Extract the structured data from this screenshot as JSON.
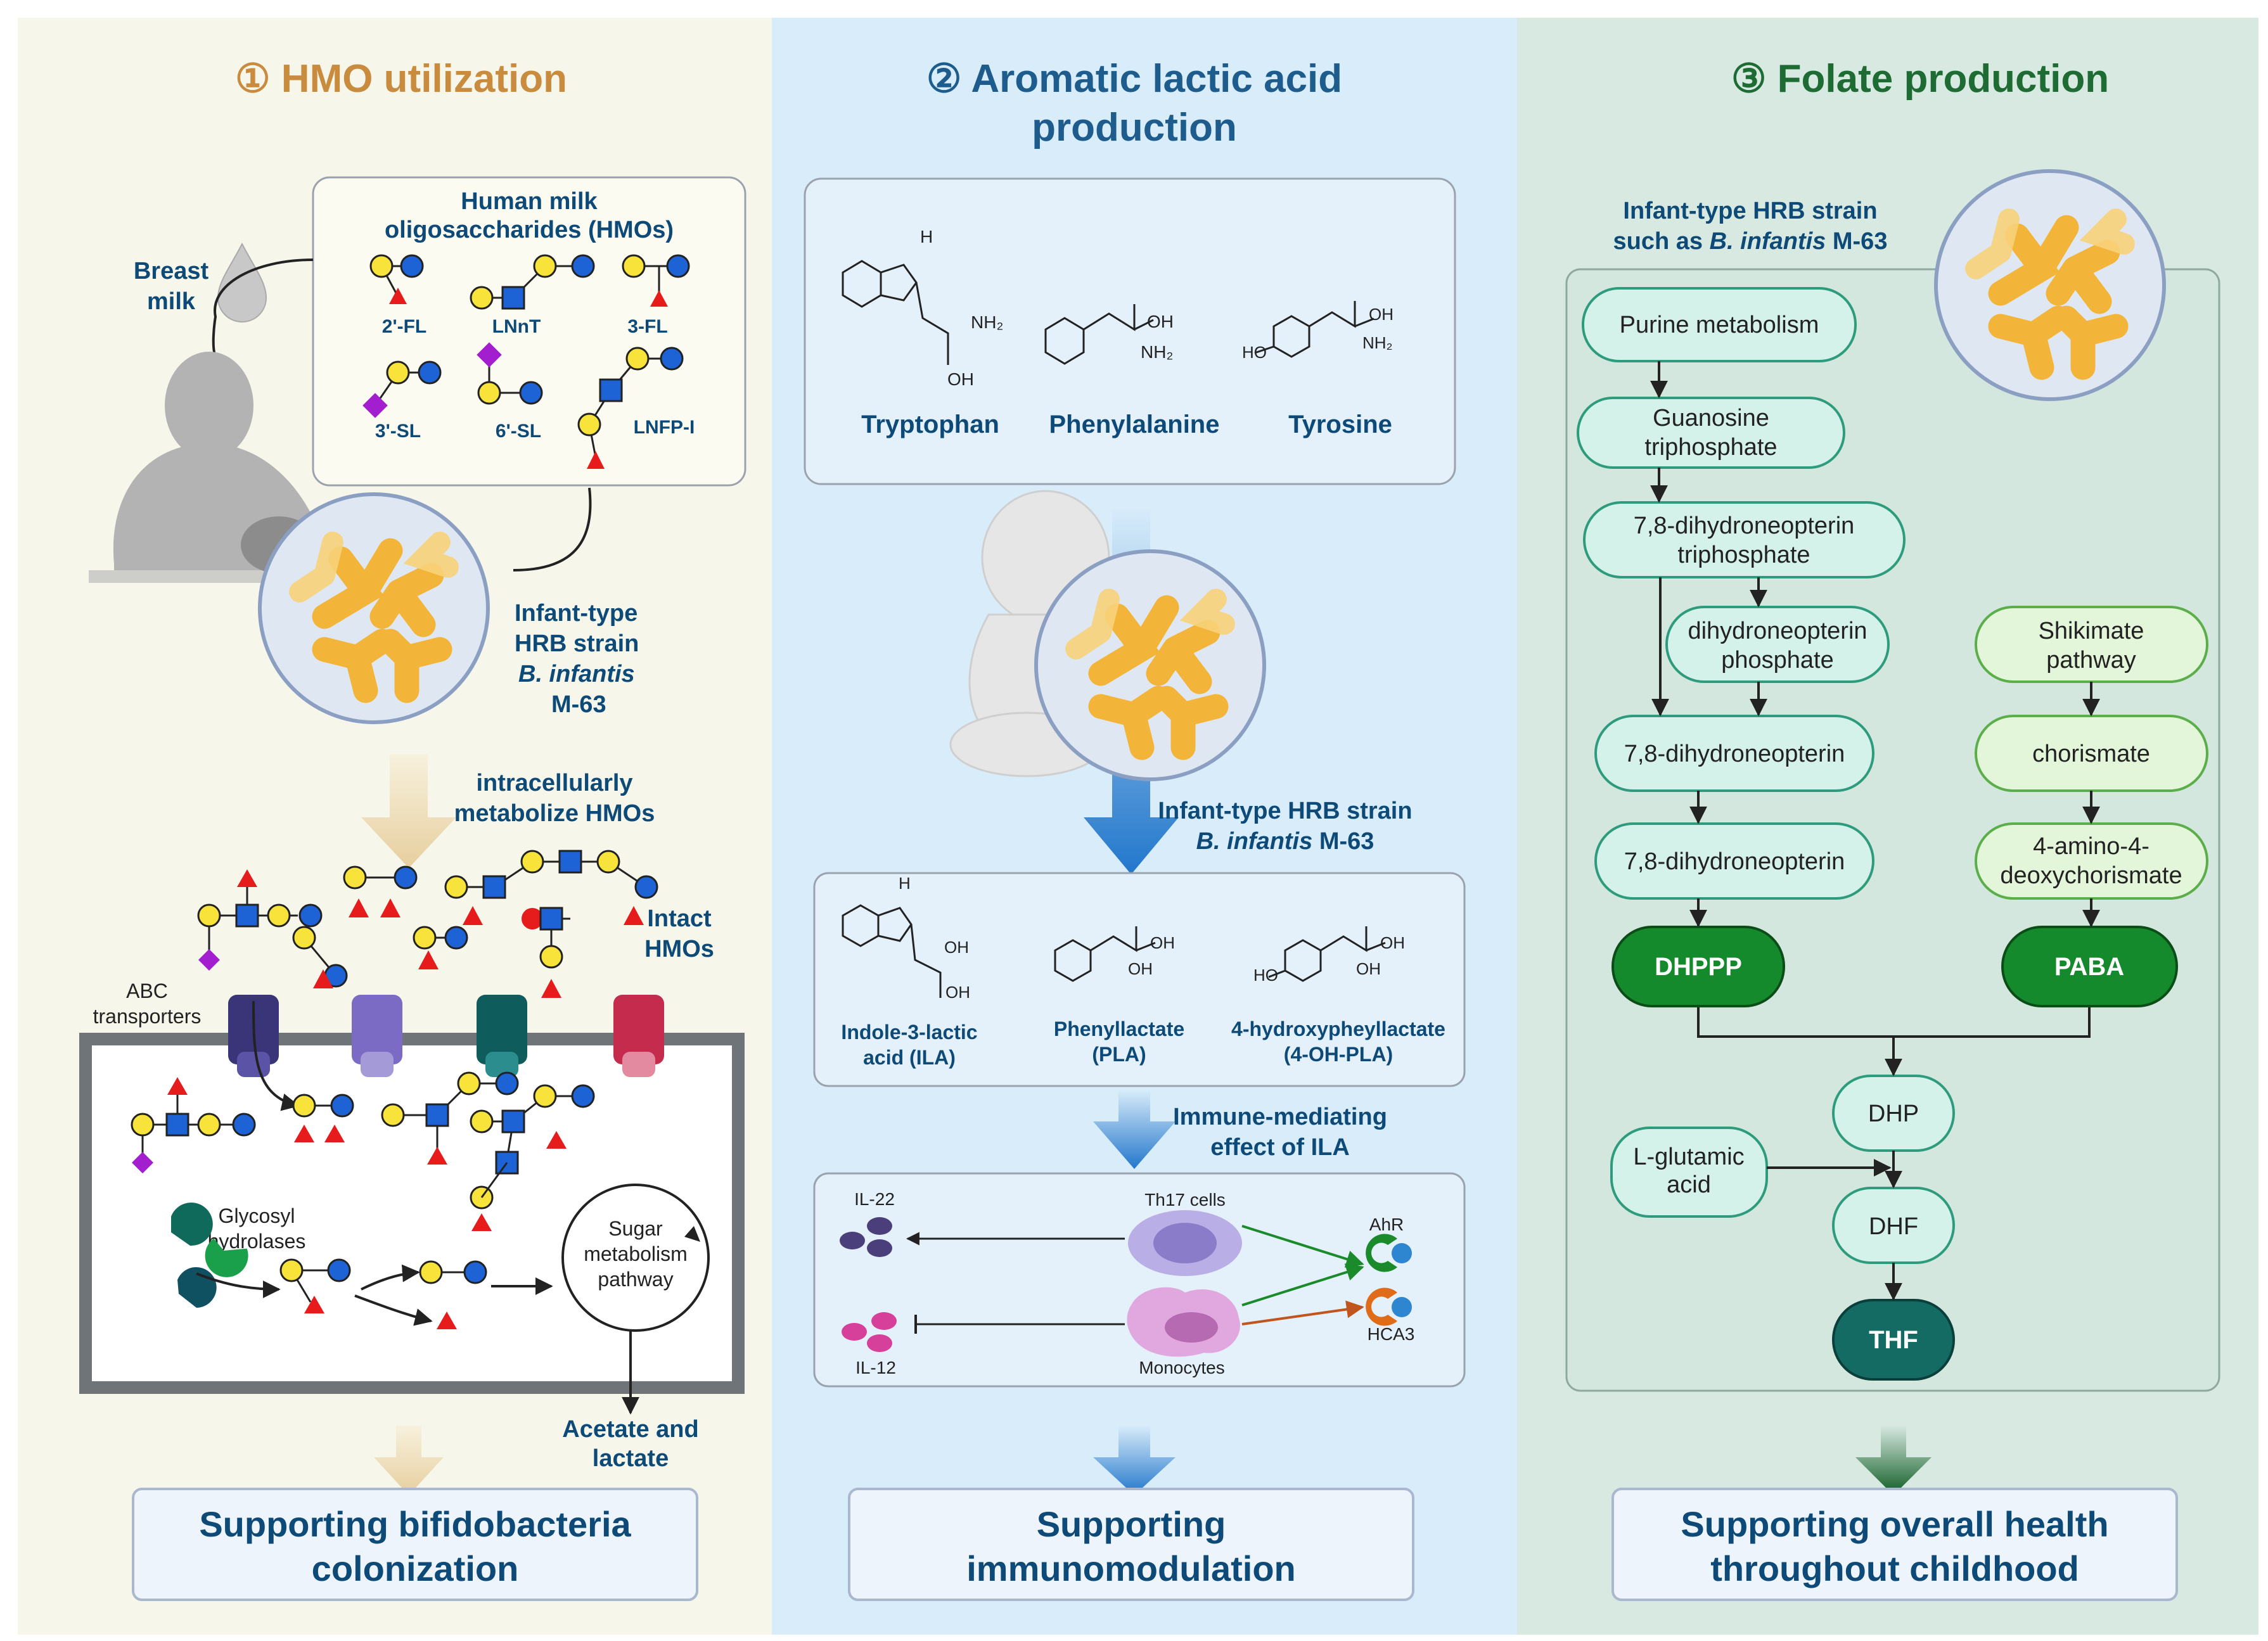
{
  "colors": {
    "panel1_bg": "#f6f7ea",
    "panel2_bg": "#d8ecfa",
    "panel3_bg": "#d7e9e1",
    "title1": "#c98b3d",
    "title2": "#1d5c8c",
    "title3": "#1e6b34",
    "label_blue": "#0e4a78",
    "accent_blue": "#2e86d1",
    "dark_green": "#1a7a2a",
    "teal": "#136b63",
    "bacteria": "#f2b53a",
    "gal": "#f7e33a",
    "glc": "#1d63d6",
    "glcnac": "#1d63d6",
    "fuc": "#e61c1c",
    "neu5ac": "#a31ecf",
    "node_fill": "#d4f2ea",
    "node_stroke": "#2e9c7c",
    "light_green_fill": "#e3f6d9",
    "light_green_stroke": "#5cae4b"
  },
  "icons": {
    "bacteria": "bacteria-cluster-icon",
    "mother": "mother-breastfeeding-icon",
    "baby": "baby-icon",
    "milk": "milk-drop-icon",
    "transporter": "abc-transporter-icon",
    "enzyme": "glycosyl-hydrolase-icon",
    "receptor": "receptor-icon"
  },
  "panel1": {
    "title": "① HMO utilization",
    "hmo_box_title_l1": "Human milk",
    "hmo_box_title_l2": "oligosaccharides (HMOs)",
    "breast_milk_l1": "Breast",
    "breast_milk_l2": "milk",
    "hmos": [
      "2'-FL",
      "LNnT",
      "3-FL",
      "3'-SL",
      "6'-SL",
      "LNFP-I"
    ],
    "strain_l1": "Infant-type",
    "strain_l2": "HRB strain",
    "strain_l3": "B. infantis",
    "strain_l4": "M-63",
    "arrow_label_l1": "intracellularly",
    "arrow_label_l2": "metabolize HMOs",
    "intact_l1": "Intact",
    "intact_l2": "HMOs",
    "abc_l1": "ABC",
    "abc_l2": "transporters",
    "glyco_l1": "Glycosyl",
    "glyco_l2": "hydrolases",
    "sugar_l1": "Sugar",
    "sugar_l2": "metabolism",
    "sugar_l3": "pathway",
    "acetate_l1": "Acetate and",
    "acetate_l2": "lactate",
    "outcome_l1": "Supporting bifidobacteria",
    "outcome_l2": "colonization"
  },
  "panel2": {
    "title_l1": "② Aromatic lactic acid",
    "title_l2": "production",
    "amino_acids": [
      "Tryptophan",
      "Phenylalanine",
      "Tyrosine"
    ],
    "strain_l1": "Infant-type HRB strain",
    "strain_l2a": "B. infantis",
    "strain_l2b": " M-63",
    "products": [
      {
        "l1": "Indole-3-lactic",
        "l2": "acid (ILA)"
      },
      {
        "l1": "Phenyllactate",
        "l2": "(PLA)"
      },
      {
        "l1": "4-hydroxypheyllactate",
        "l2": "(4-OH-PLA)"
      }
    ],
    "immune_l1": "Immune-mediating",
    "immune_l2": "effect of ILA",
    "il22": "IL-22",
    "il12": "IL-12",
    "th17": "Th17 cells",
    "monocytes": "Monocytes",
    "ahr": "AhR",
    "hca3": "HCA3",
    "outcome_l1": "Supporting",
    "outcome_l2": "immunomodulation"
  },
  "panel3": {
    "title": "③ Folate production",
    "strain_l1": "Infant-type HRB strain",
    "strain_l2a": "such as ",
    "strain_l2b": "B. infantis",
    "strain_l2c": " M-63",
    "purine": "Purine metabolism",
    "gtp_l1": "Guanosine",
    "gtp_l2": "triphosphate",
    "dhntp_l1": "7,8-dihydroneopterin",
    "dhntp_l2": "triphosphate",
    "dhnp_l1": "dihydroneopterin",
    "dhnp_l2": "phosphate",
    "dhn1": "7,8-dihydroneopterin",
    "dhn2": "7,8-dihydroneopterin",
    "shikimate_l1": "Shikimate",
    "shikimate_l2": "pathway",
    "chorismate": "chorismate",
    "adc_l1": "4-amino-4-",
    "adc_l2": "deoxychorismate",
    "dhppp": "DHPPP",
    "paba": "PABA",
    "dhp": "DHP",
    "glut_l1": "L-glutamic",
    "glut_l2": "acid",
    "dhf": "DHF",
    "thf": "THF",
    "outcome_l1": "Supporting overall health",
    "outcome_l2": "throughout childhood"
  }
}
